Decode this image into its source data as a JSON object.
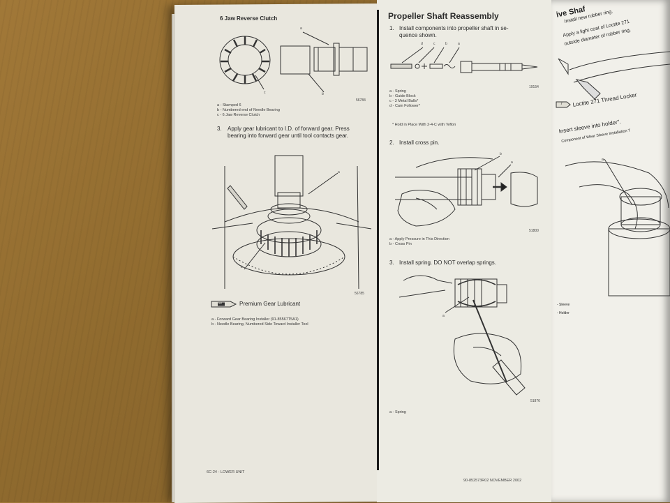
{
  "left_page": {
    "section_title": "6 Jaw Reverse Clutch",
    "fig1": {
      "callouts": [
        "a",
        "b",
        "c"
      ],
      "figure_number": "56784",
      "legend": [
        "a - Stamped 6",
        "b - Numbered end of Needle Bearing",
        "c - 6 Jaw Reverse Clutch"
      ]
    },
    "step3": {
      "number": "3.",
      "line1": "Apply gear lubricant to I.D. of forward gear. Press",
      "line2": "bearing into forward gear until tool contacts gear."
    },
    "fig2": {
      "callouts": [
        "a",
        "b"
      ],
      "figure_number": "56785",
      "lubricant_tube": "92",
      "lubricant_label": "Premium Gear Lubricant",
      "legend": [
        "a - Forward Gear Bearing Installer (91-85567T5A1)",
        "b - Needle Bearing, Numbered Side Toward Installer Tool"
      ]
    },
    "footer": "6C-24 - LOWER UNIT"
  },
  "right_page": {
    "section_title": "Propeller Shaft Reassembly",
    "step1": {
      "number": "1.",
      "line1": "Install components into propeller shaft in se-",
      "line2": "quence shown."
    },
    "fig3": {
      "callouts": [
        "d",
        "c",
        "b",
        "a"
      ],
      "figure_number": "19154",
      "legend": [
        "a - Spring",
        "b - Guide Block",
        "c - 3 Metal Balls*",
        "d - Cam Follower*"
      ],
      "note": "* Hold in Place With 2-4-C with Teflon"
    },
    "step2": {
      "number": "2.",
      "text": "Install cross pin."
    },
    "fig4": {
      "callouts": [
        "b",
        "a"
      ],
      "figure_number": "51800",
      "legend": [
        "a - Apply Pressure in This Direction",
        "b - Cross Pin"
      ]
    },
    "step3": {
      "number": "3.",
      "text": "Install spring. DO NOT overlap springs."
    },
    "fig5": {
      "callouts": [
        "a"
      ],
      "figure_number": "51876",
      "legend": [
        "a - Spring"
      ]
    },
    "footer": "90-852573R02 NOVEMBER 2002"
  },
  "far_page": {
    "title_fragment": "ive Shaf",
    "line1": "Install new rubber ring.",
    "line2": "Apply a light coat of Loctite 271",
    "line3": "outside diameter of rubber ring.",
    "loctite_tube": "7",
    "loctite_label": "Loctite 271 Thread Locker",
    "step_insert": "Insert sleeve into holder\".",
    "step_insert_sub": "Component of Wear Sleeve Installation T",
    "callout": "a",
    "legend1": "- Sleeve",
    "legend2": "- Holder"
  }
}
